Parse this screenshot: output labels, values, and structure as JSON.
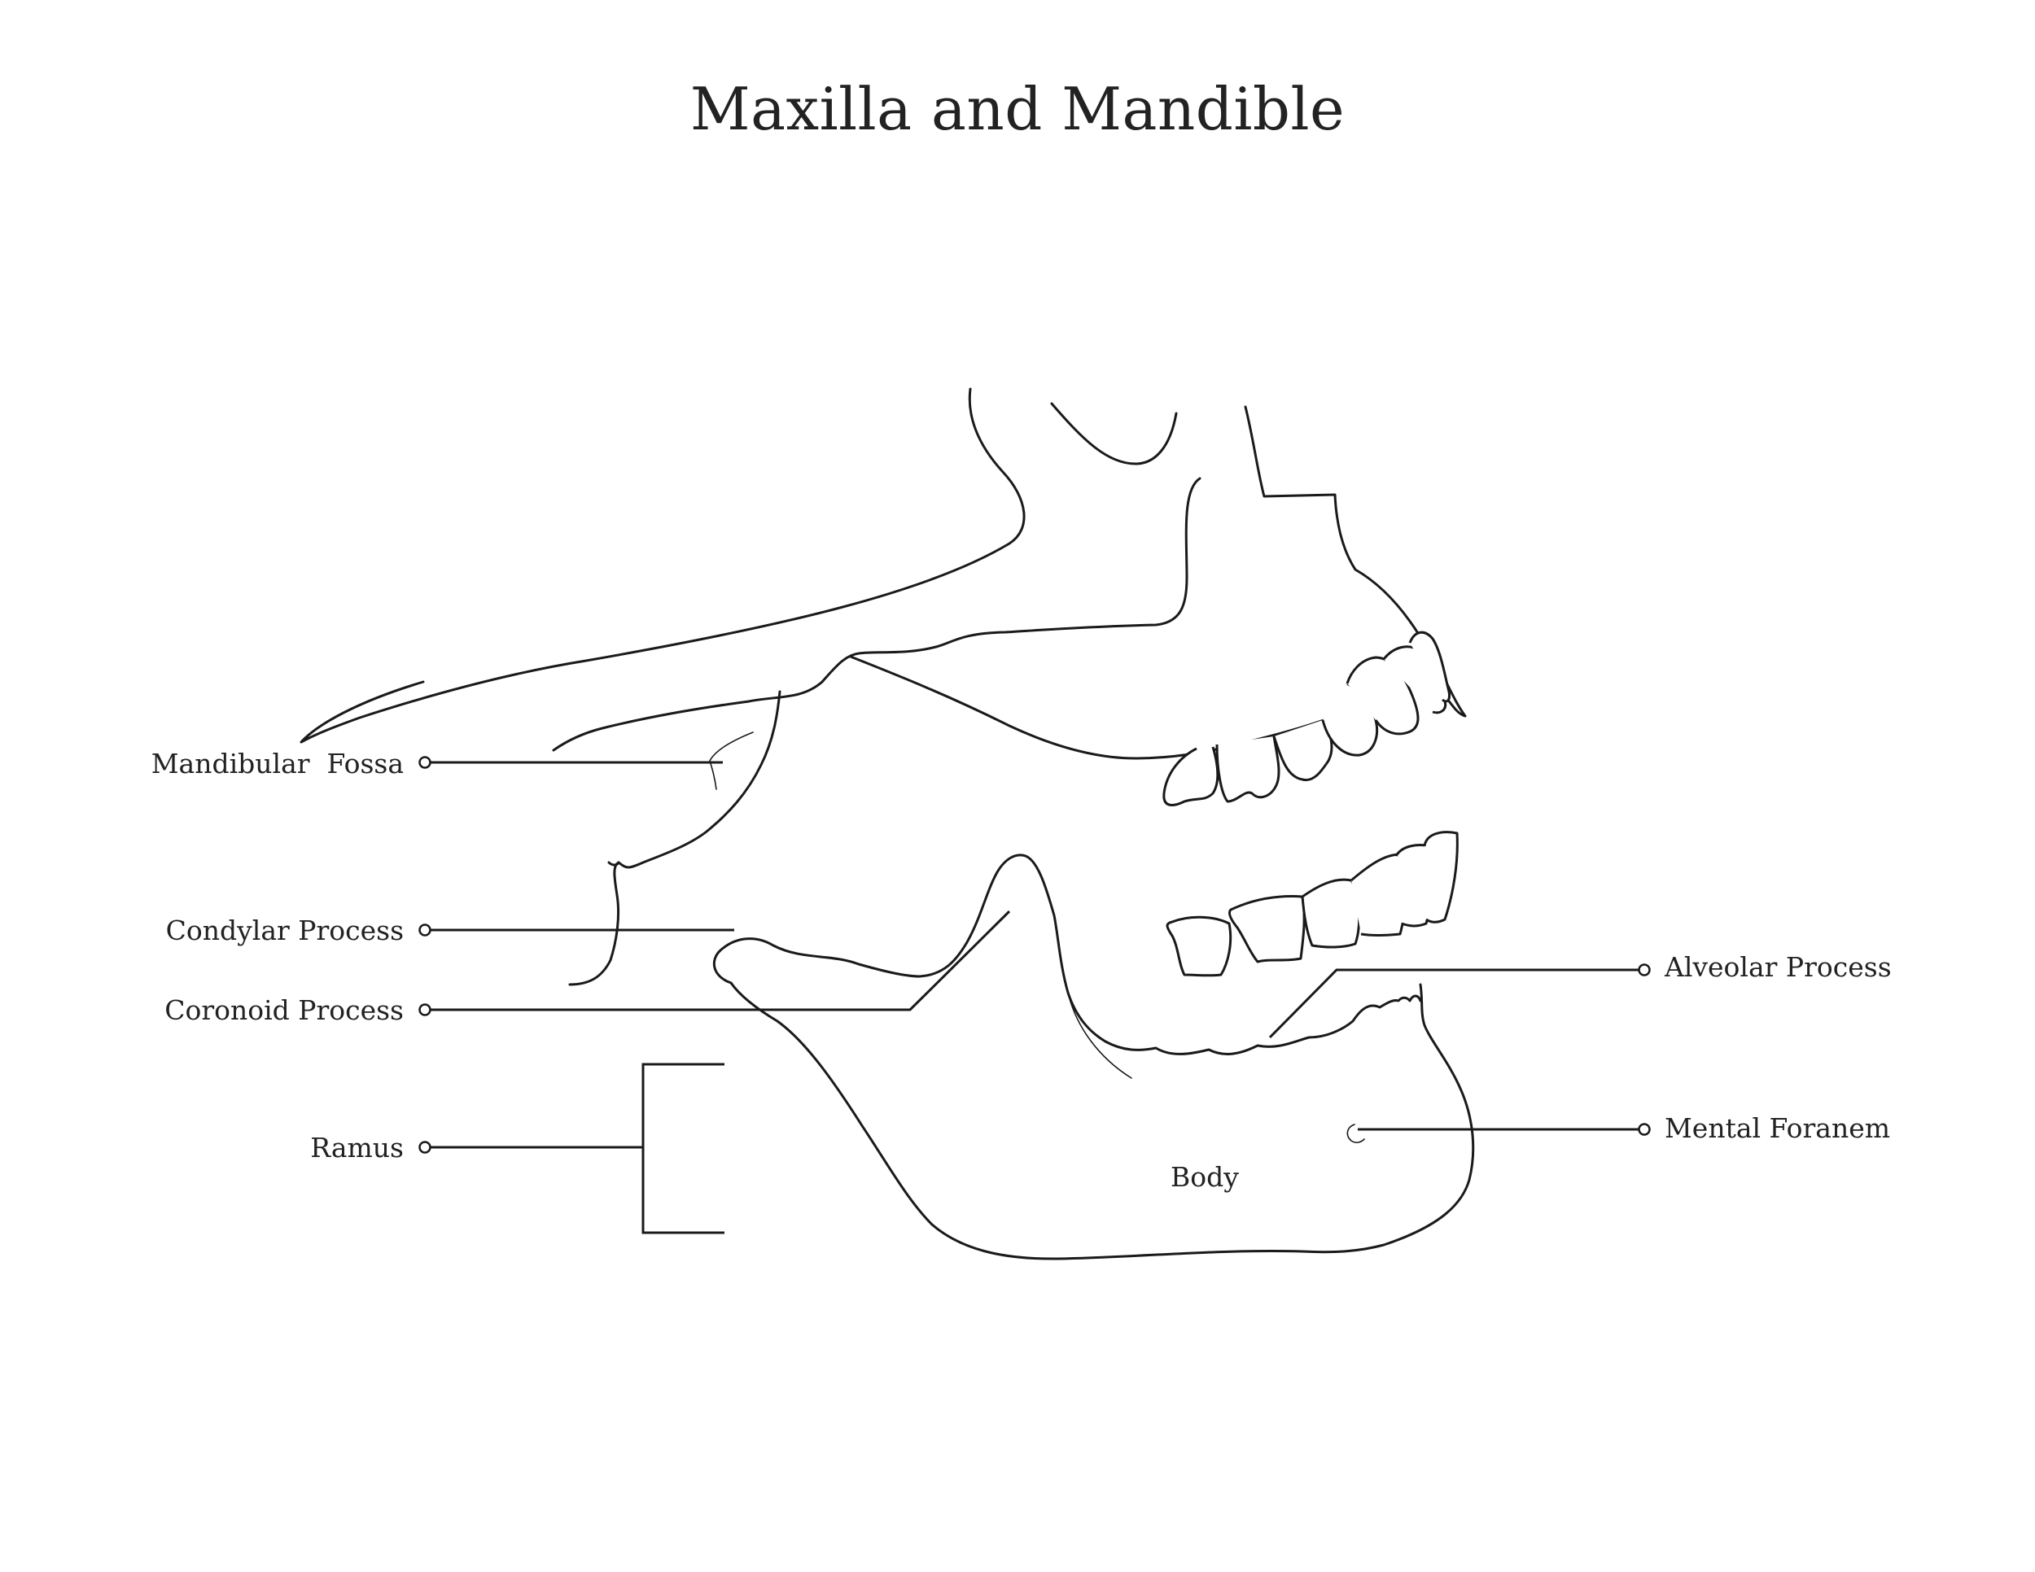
{
  "title": "Maxilla and Mandible",
  "labels": {
    "mandibular_fossa": "Mandibular  Fossa",
    "condylar_process": "Condylar Process",
    "coronoid_process": "Coronoid Process",
    "ramus": "Ramus",
    "alveolar_process": "Alveolar Process",
    "mental_foramen": "Mental Foranem",
    "body": "Body"
  },
  "colors": {
    "line": "#1a1a1a",
    "text": "#222222",
    "background": "#ffffff"
  }
}
